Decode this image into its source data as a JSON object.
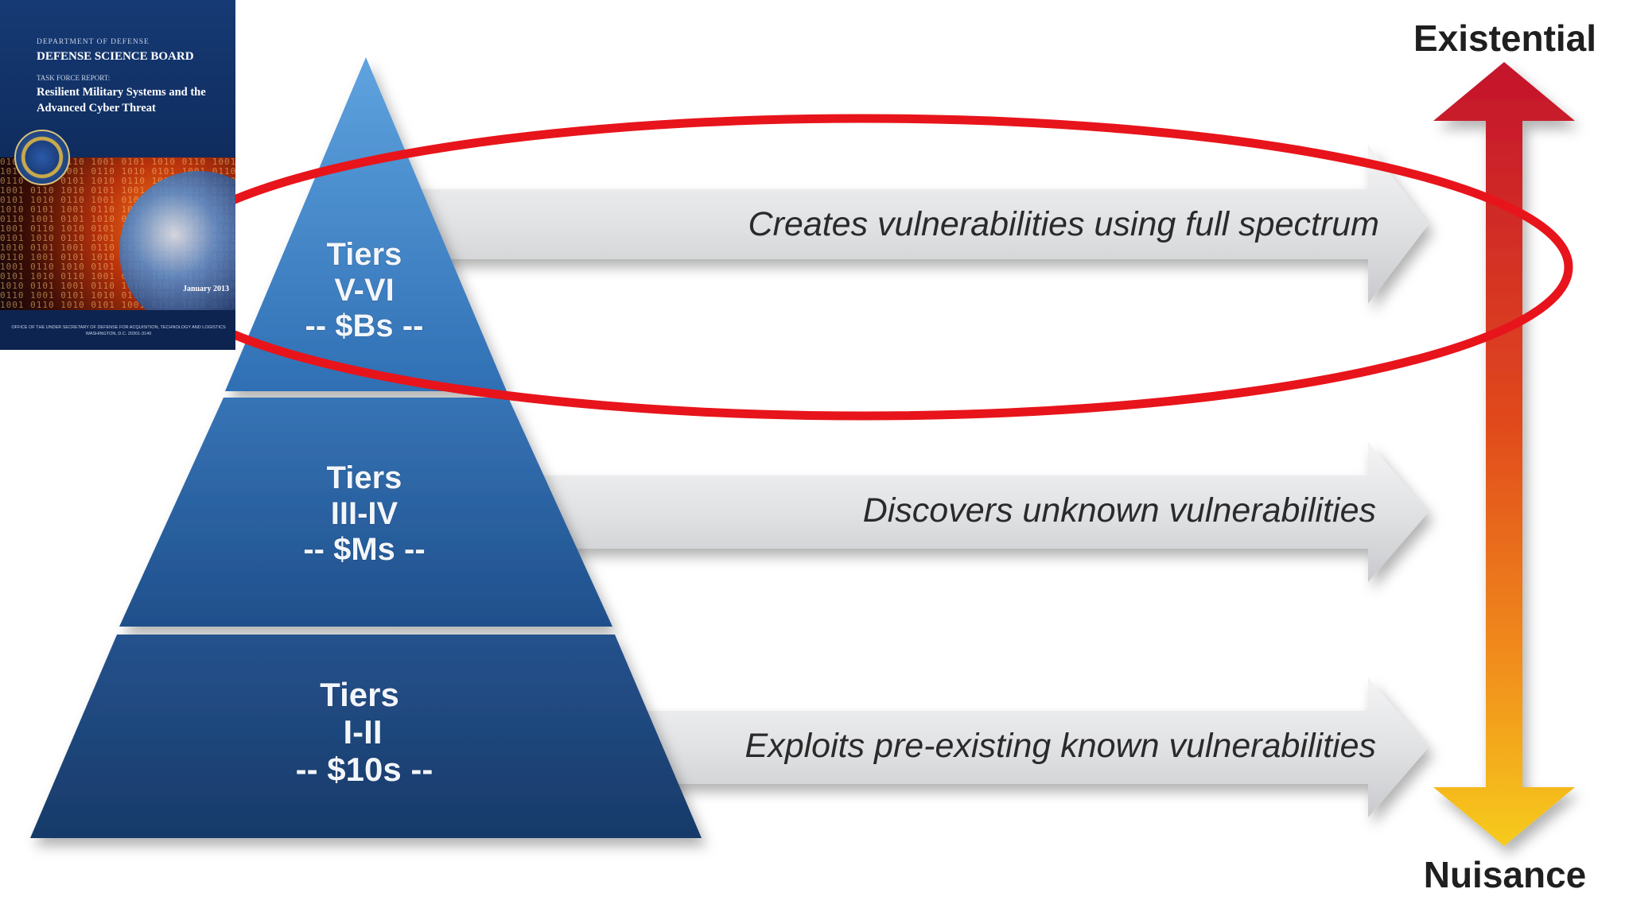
{
  "pyramid": {
    "tiers": [
      {
        "name": "Tiers",
        "range": "V-VI",
        "cost": "-- $Bs --",
        "description": "Creates vulnerabilities using full spectrum"
      },
      {
        "name": "Tiers",
        "range": "III-IV",
        "cost": "-- $Ms --",
        "description": "Discovers unknown vulnerabilities"
      },
      {
        "name": "Tiers",
        "range": "I-II",
        "cost": "-- $10s --",
        "description": "Exploits pre-existing known vulnerabilities"
      }
    ]
  },
  "scale": {
    "top": "Existential",
    "bottom": "Nuisance"
  },
  "cover": {
    "department": "DEPARTMENT OF DEFENSE",
    "board": "DEFENSE SCIENCE BOARD",
    "task_force": "TASK FORCE REPORT:",
    "title": "Resilient Military Systems and the Advanced Cyber Threat",
    "date": "January 2013",
    "office": "OFFICE OF THE UNDER SECRETARY OF DEFENSE FOR ACQUISITION, TECHNOLOGY AND LOGISTICS WASHINGTON, D.C. 20301-3140"
  },
  "highlight": {
    "color": "#e8141b",
    "target_tier": 1
  },
  "colors": {
    "tier_top": "#3f86c9",
    "tier_middle": "#2a5f9e",
    "tier_bottom": "#1d4679",
    "arrow_gray": "#d9dadc",
    "scale_top": "#c8182b",
    "scale_bottom": "#f5c21a"
  }
}
